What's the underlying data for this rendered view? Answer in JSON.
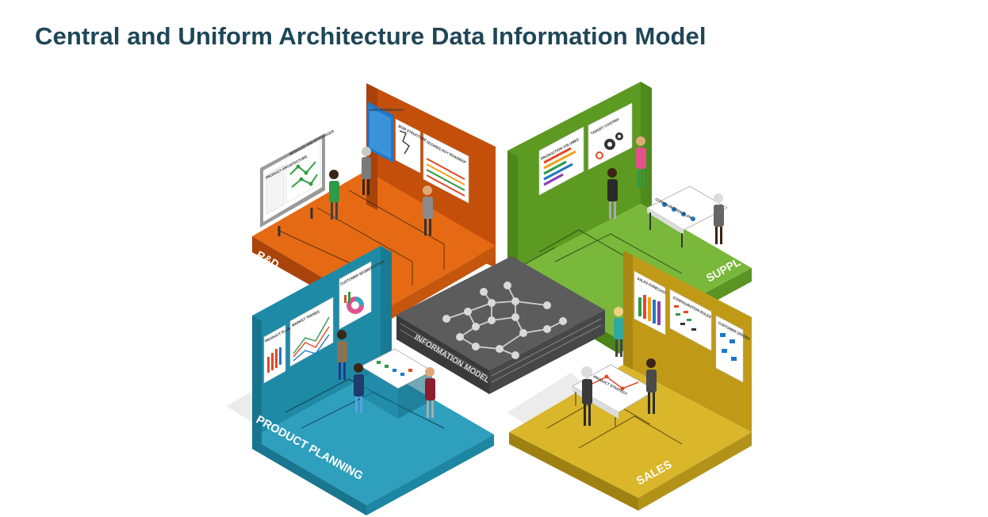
{
  "title": "Central and Uniform Architecture Data Information Model",
  "zones": {
    "rd": {
      "label": "R&D",
      "color": "#e0620f",
      "boards": [
        "MODULES AND INTERFACES",
        "PRODUCT ARCHITECTURE",
        "NEW TECHNOLOGY",
        "BOM STRUCTURE",
        "TECHNOLOGY ROADMAP"
      ]
    },
    "supply": {
      "label": "SUPPLY",
      "color": "#74b232",
      "boards": [
        "PRODUCTION VOLUMES",
        "TARGET COSTING",
        "CONFIGURATION PLAN"
      ]
    },
    "product_planning": {
      "label": "PRODUCT PLANNING",
      "color": "#2a9bb8",
      "boards": [
        "PRODUCT PLAN",
        "MARKET TRENDS",
        "CUSTOMER SEGMENTATION"
      ]
    },
    "sales": {
      "label": "SALES",
      "color": "#d3af22",
      "boards": [
        "SALES FORECAST",
        "CONFIGURATION RULES",
        "CUSTOMER OFFERS",
        "PRODUCT STRATEGY"
      ]
    }
  },
  "center": {
    "label": "INFORMATION MODEL",
    "color": "#575757"
  }
}
